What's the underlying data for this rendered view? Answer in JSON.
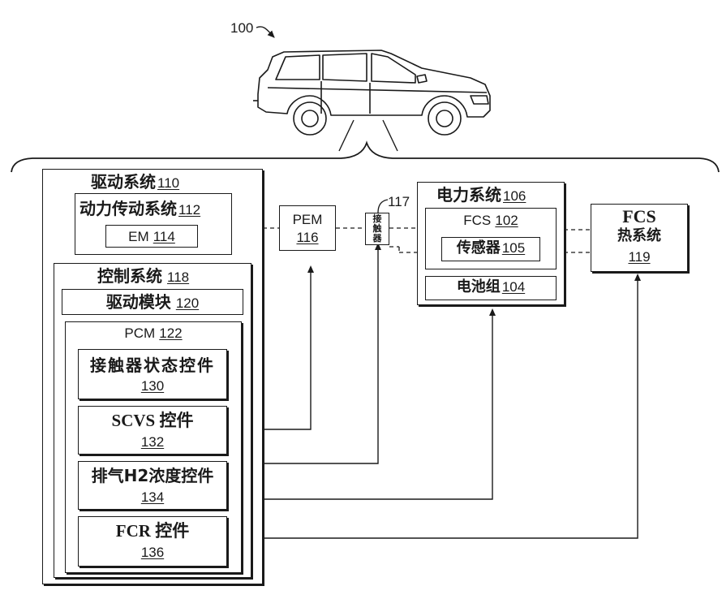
{
  "figure": {
    "label": "100"
  },
  "drive_system": {
    "title": "驱动系统",
    "ref": "110"
  },
  "driveline": {
    "title": "动力传动系统",
    "ref": "112"
  },
  "em": {
    "title": "EM",
    "ref": "114"
  },
  "control_system": {
    "title": "控制系统",
    "ref": "118"
  },
  "drive_module": {
    "title": "驱动模块",
    "ref": "120"
  },
  "pcm": {
    "title": "PCM",
    "ref": "122"
  },
  "contactor_state": {
    "title": "接触器状态控件",
    "ref": "130"
  },
  "scvs": {
    "title": "SCVS 控件",
    "ref": "132"
  },
  "exhaust_h2": {
    "title": "排气H2浓度控件",
    "ref": "134"
  },
  "fcr": {
    "title": "FCR 控件",
    "ref": "136"
  },
  "pem": {
    "title": "PEM",
    "ref": "116"
  },
  "contactor": {
    "title_line1": "接",
    "title_line2": "触",
    "title_line3": "器",
    "ref": "117"
  },
  "power_system": {
    "title": "电力系统",
    "ref": "106"
  },
  "fcs": {
    "title": "FCS",
    "ref": "102"
  },
  "sensor": {
    "title": "传感器",
    "ref": "105"
  },
  "battery": {
    "title": "电池组",
    "ref": "104"
  },
  "fcs_thermal": {
    "title_line1": "FCS",
    "title_line2": "热系统",
    "ref": "119"
  }
}
